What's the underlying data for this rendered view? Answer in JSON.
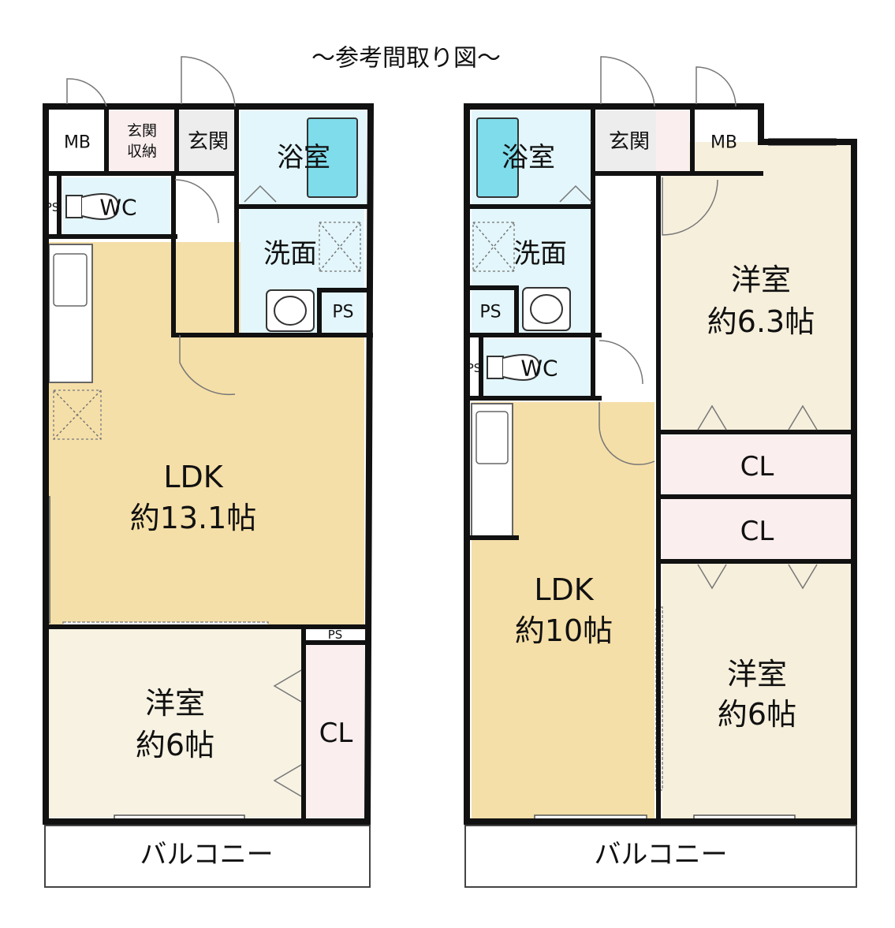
{
  "title": "～参考間取り図～",
  "colors": {
    "ldk": "#f5dfa8",
    "western": "#f7f2e2",
    "western_right": "#f6efdc",
    "water": "#e3f6fb",
    "closet": "#fbeeee",
    "entrance": "#ededed",
    "bath_tub": "#7fdceb",
    "wall": "#111111"
  },
  "left_plan": {
    "mb": "MB",
    "genkan_storage": "玄関\n収納",
    "genkan_storage_line1": "玄関",
    "genkan_storage_line2": "収納",
    "genkan": "玄関",
    "bath": "浴室",
    "wc": "WC",
    "ps_wc": "PS",
    "wash": "洗面",
    "ps_wash": "PS",
    "ldk_name": "LDK",
    "ldk_size": "約13.1帖",
    "room_name": "洋室",
    "room_size": "約6帖",
    "ps_small": "PS",
    "cl": "CL",
    "balcony": "バルコニー"
  },
  "right_plan": {
    "bath": "浴室",
    "genkan": "玄関",
    "mb": "MB",
    "wash": "洗面",
    "ps_wash": "PS",
    "ps_wc": "PS",
    "wc": "WC",
    "room1_name": "洋室",
    "room1_size": "約6.3帖",
    "cl1": "CL",
    "cl2": "CL",
    "ldk_name": "LDK",
    "ldk_size": "約10帖",
    "room2_name": "洋室",
    "room2_size": "約6帖",
    "balcony": "バルコニー"
  }
}
